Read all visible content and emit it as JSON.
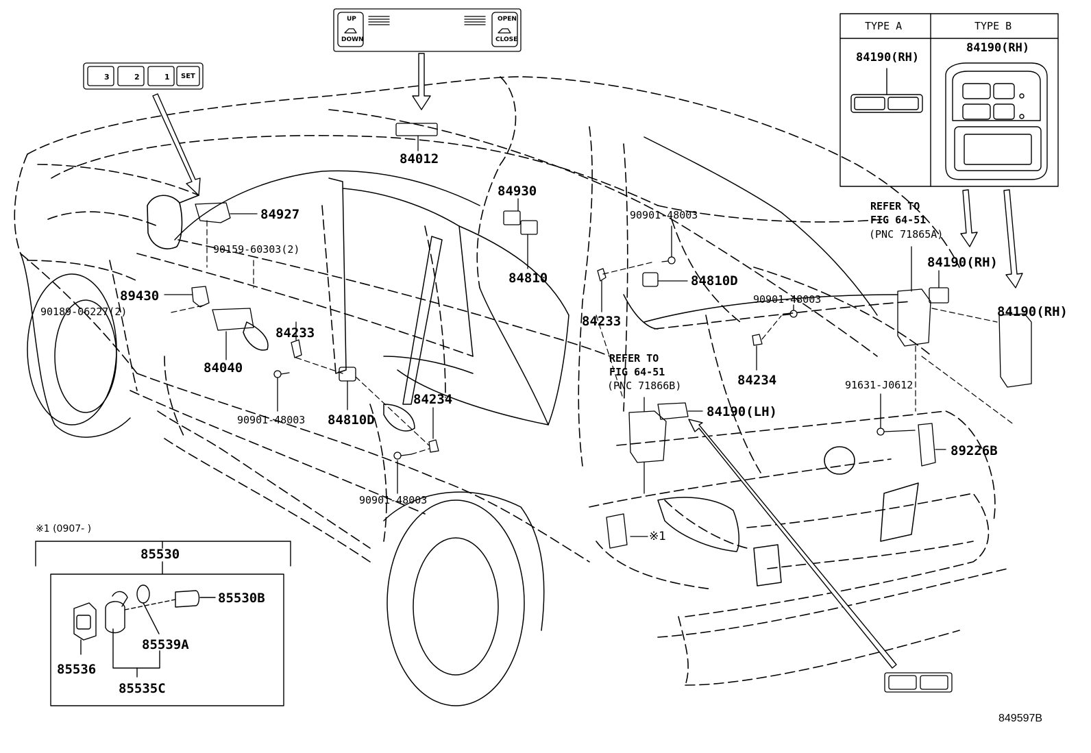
{
  "overhead_switch": {
    "up_down_top": "UP",
    "up_down_bottom": "DOWN",
    "open_close_top": "OPEN",
    "open_close_bottom": "CLOSE"
  },
  "seat_memory_switch": {
    "buttons": [
      "3",
      "2",
      "1",
      "SET"
    ]
  },
  "type_table": {
    "type_a_header": "TYPE A",
    "type_b_header": "TYPE B",
    "type_a_part": "84190(RH)",
    "type_b_part": "84190(RH)"
  },
  "parts": {
    "p84012": "84012",
    "p84927": "84927",
    "p84930": "84930",
    "p84810": "84810",
    "p90901_top": "90901-48003",
    "p84810D_top": "84810D",
    "p90159": "90159-60303(2)",
    "p89430": "89430",
    "p90189": "90189-06227(2)",
    "p84233_left": "84233",
    "p84040": "84040",
    "p84233_center": "84233",
    "p90901_right": "90901-48003",
    "p84234_right": "84234",
    "p90901_left": "90901-48003",
    "p84810D_mid": "84810D",
    "p84234_mid": "84234",
    "p90901_bottom": "90901-48003",
    "p84190_lh": "84190(LH)",
    "p84190_rh_a": "84190(RH)",
    "p84190_rh_b": "84190(RH)",
    "p91631": "91631-J0612",
    "p89226B": "89226B",
    "p85530": "85530",
    "p85530B": "85530B",
    "p85539A": "85539A",
    "p85536": "85536",
    "p85535C": "85535C"
  },
  "references": {
    "ref_a_line1": "REFER TO",
    "ref_a_line2": "FIG 64-51",
    "ref_a_line3": "(PNC 71865A)",
    "ref_b_line1": "REFER TO",
    "ref_b_line2": "FIG 64-51",
    "ref_b_line3": "(PNC 71866B)"
  },
  "notes": {
    "footnote_marker": "※1",
    "footnote_range": "※1 (0907-      )"
  },
  "diagram_id": "849597B"
}
